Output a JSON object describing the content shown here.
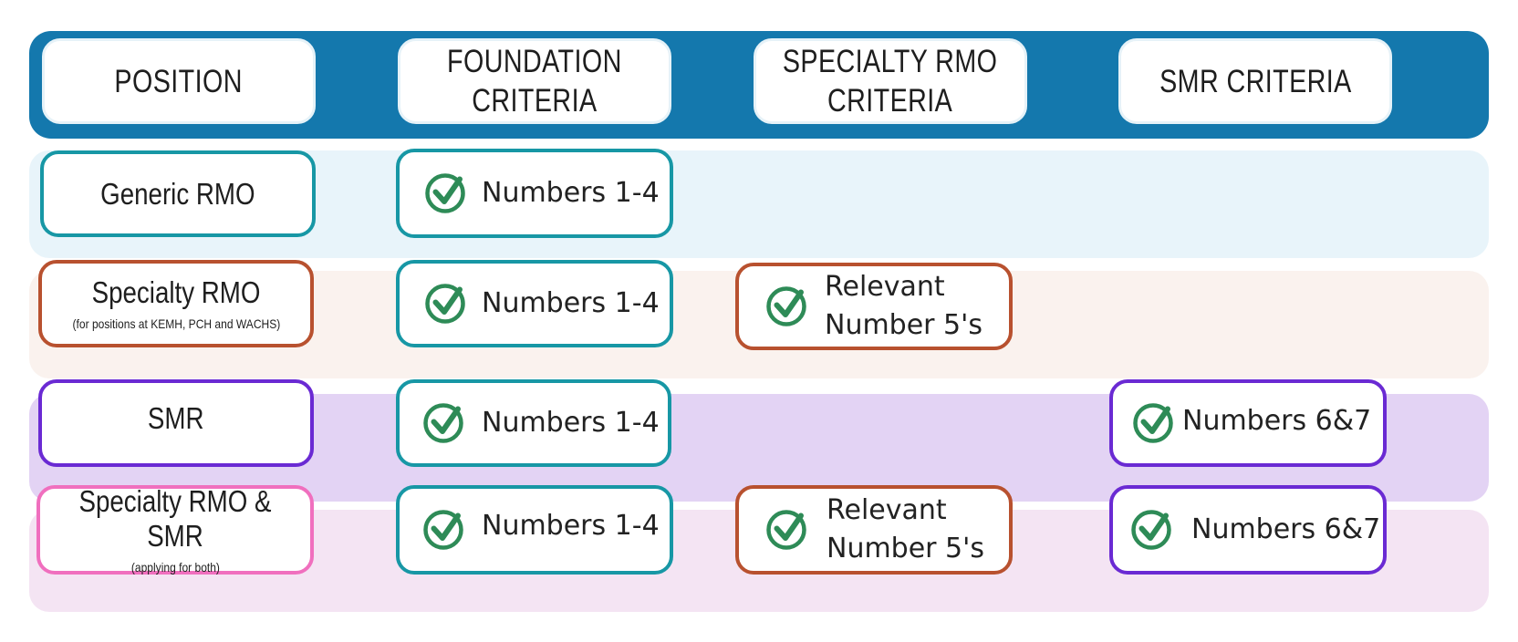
{
  "header": {
    "position": "POSITION",
    "foundation": "FOUNDATION\nCRITERIA",
    "specialty": "SPECIALTY RMO\nCRITERIA",
    "smr": "SMR CRITERIA"
  },
  "rows": [
    {
      "position": "Generic RMO",
      "foundation": "Numbers 1-4"
    },
    {
      "position": "Specialty RMO",
      "note": "(for positions at KEMH, PCH and WACHS)",
      "foundation": "Numbers 1-4",
      "specialty": "Relevant\nNumber 5's"
    },
    {
      "position": "SMR",
      "foundation": "Numbers 1-4",
      "smr": "Numbers 6&7"
    },
    {
      "position": "Specialty RMO & SMR",
      "note": "(applying for both)",
      "foundation": "Numbers 1-4",
      "specialty": "Relevant\nNumber 5's",
      "smr": "Numbers 6&7"
    }
  ],
  "colors": {
    "header_band": "#1478ad",
    "check": "#2e8b57",
    "generic_border": "#1797a5",
    "specialty_border": "#b8512f",
    "smr_border": "#6a2ad3",
    "both_border": "#f06fbe"
  },
  "icons": {
    "criteria_met": "check-circle-icon"
  }
}
